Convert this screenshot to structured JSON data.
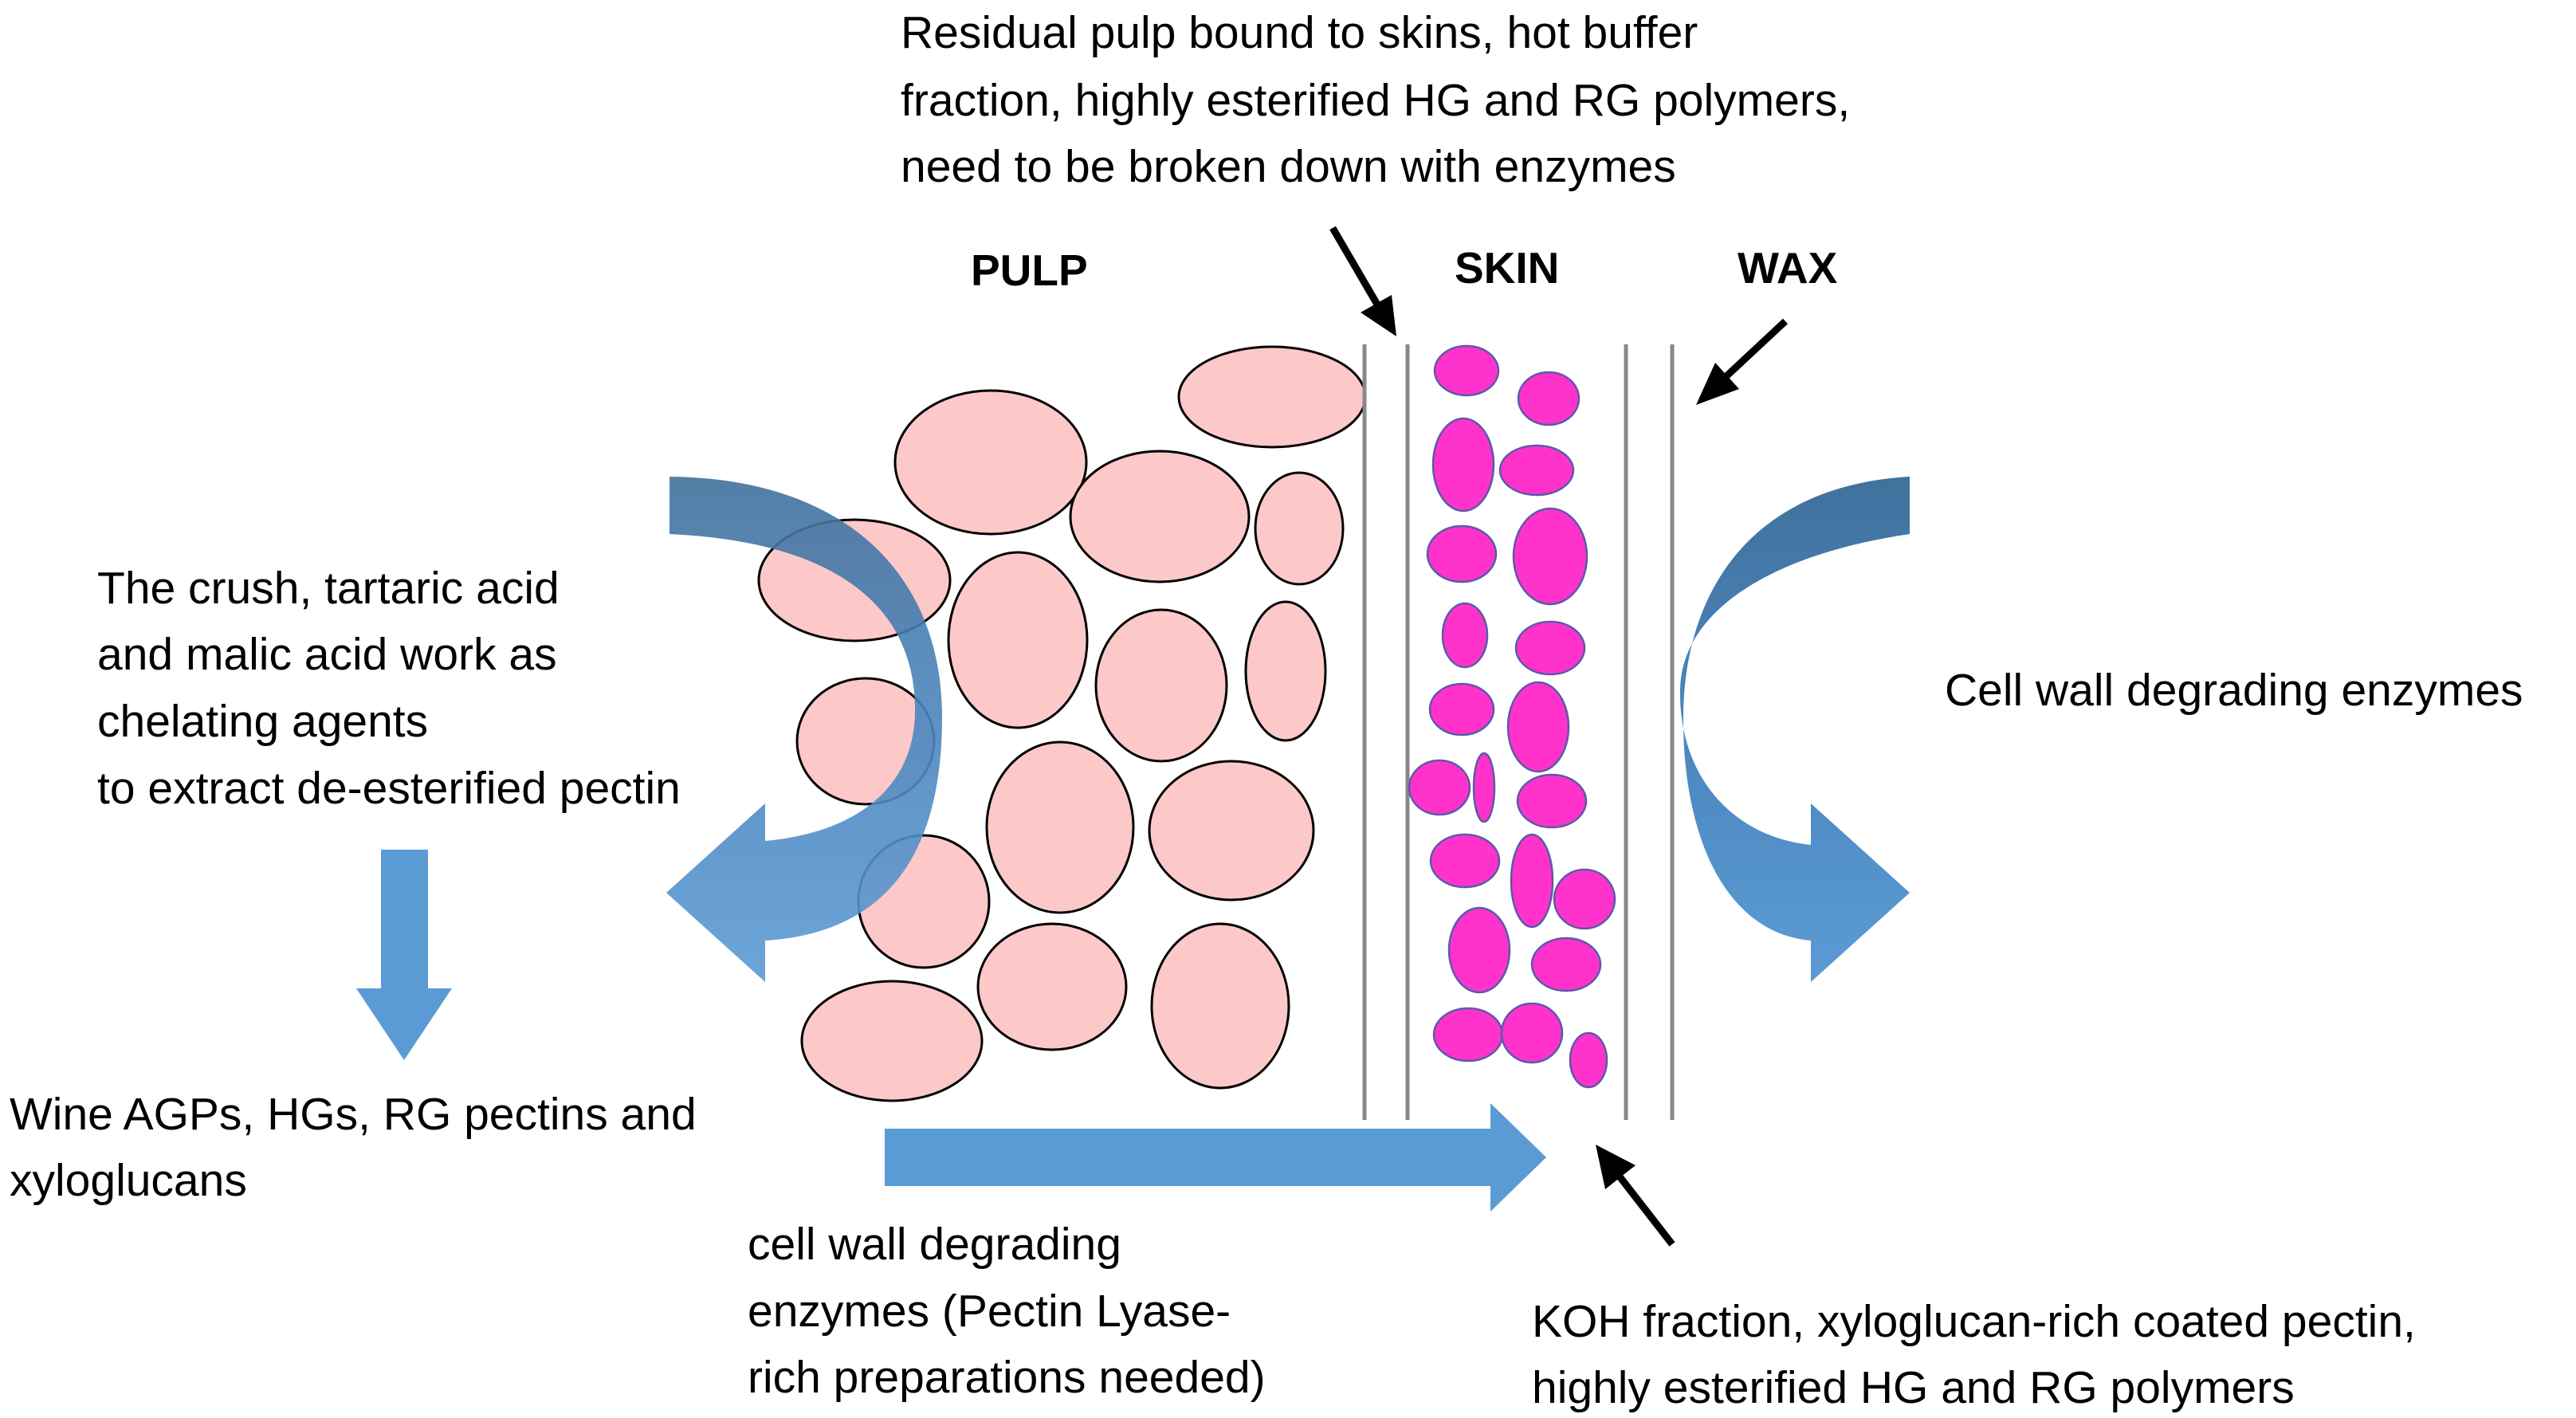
{
  "labels": {
    "pulp": "PULP",
    "skin": "SKIN",
    "wax": "WAX"
  },
  "annotations": {
    "residual_pulp": [
      "Residual pulp bound to skins, hot buffer",
      "fraction, highly esterified HG and RG polymers,",
      "need to be broken down with enzymes"
    ],
    "crush": [
      "The crush, tartaric acid",
      "and malic acid work as",
      "chelating agents",
      "to extract de-esterified pectin"
    ],
    "wine_products": [
      "Wine AGPs, HGs, RG pectins and",
      "xyloglucans"
    ],
    "cell_wall_enzymes_right": "Cell wall degrading enzymes",
    "cell_wall_enzymes_bottom": [
      "cell wall degrading",
      "enzymes (Pectin Lyase-",
      "rich preparations needed)"
    ],
    "koh_fraction": [
      "KOH fraction, xyloglucan-rich coated pectin,",
      "highly esterified HG and RG polymers"
    ]
  },
  "colors": {
    "pulp_cell": "#fcc8c8",
    "skin_cell": "#ff33cc",
    "arrow_blue": "#5b9bd5",
    "arrow_blue_dark": "#41719c",
    "wall_line": "#888888"
  }
}
